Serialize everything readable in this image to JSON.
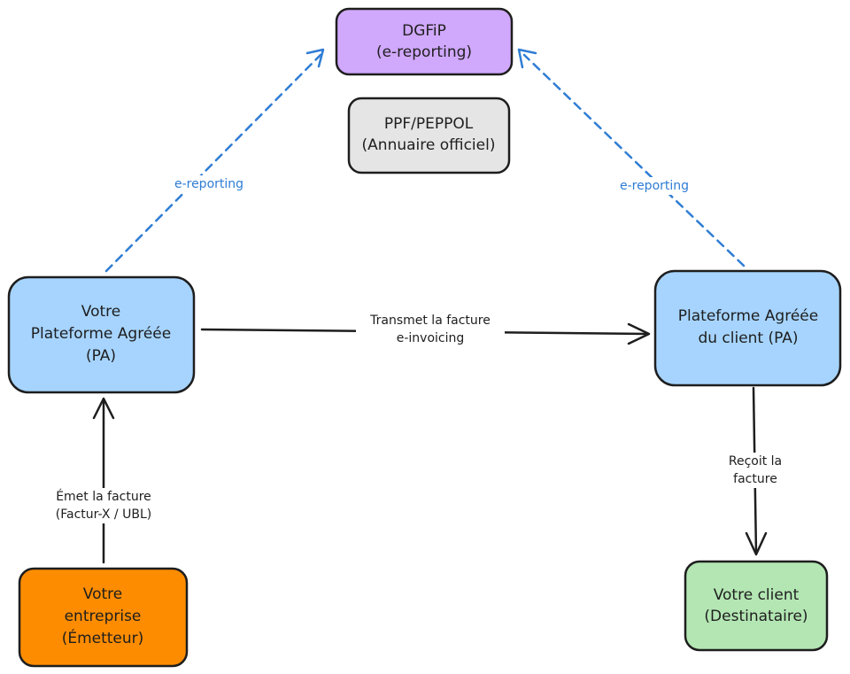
{
  "colors": {
    "purple": "#d0a8fc",
    "gray": "#e5e5e5",
    "blue": "#a6d4ff",
    "orange": "#fd8c00",
    "green": "#b3e6b3",
    "stroke": "#1e1e1e",
    "dashed_blue": "#2f7dd4"
  },
  "nodes": {
    "dgfip": {
      "lines": [
        "DGFiP",
        "(e-reporting)"
      ]
    },
    "ppf": {
      "lines": [
        "PPF/PEPPOL",
        "(Annuaire officiel)"
      ]
    },
    "pa_emetteur": {
      "lines": [
        "Votre",
        "Plateforme Agréée",
        "(PA)"
      ]
    },
    "pa_client": {
      "lines": [
        "Plateforme Agréée",
        "du client (PA)"
      ]
    },
    "entreprise": {
      "lines": [
        "Votre",
        "entreprise",
        "(Émetteur)"
      ]
    },
    "client": {
      "lines": [
        "Votre client",
        "(Destinataire)"
      ]
    }
  },
  "edges": {
    "reporting_left": {
      "lines": [
        "e-reporting"
      ]
    },
    "reporting_right": {
      "lines": [
        "e-reporting"
      ]
    },
    "transmet": {
      "lines": [
        "Transmet la facture",
        "e-invoicing"
      ]
    },
    "emet": {
      "lines": [
        "Émet la facture",
        "(Factur-X / UBL)"
      ]
    },
    "recoit": {
      "lines": [
        "Reçoit la",
        "facture"
      ]
    }
  }
}
